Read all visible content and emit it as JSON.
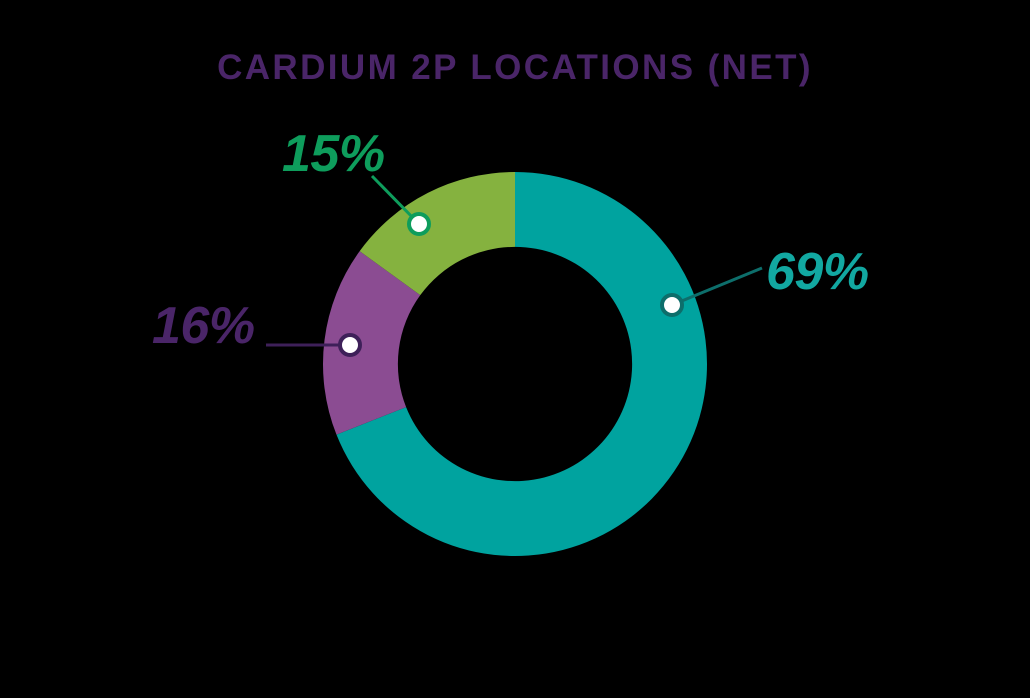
{
  "background_color": "#000000",
  "title": {
    "text": "CARDIUM 2P LOCATIONS (NET)",
    "color": "#4A2568"
  },
  "chart_data": {
    "type": "pie",
    "variant": "donut",
    "title": "CARDIUM 2P LOCATIONS (NET)",
    "xlabel": "",
    "ylabel": "",
    "legend_position": "none",
    "grid": false,
    "value_unit": "percent",
    "total": 100,
    "start_angle_deg": 0,
    "direction": "clockwise",
    "inner_radius_ratio": 0.61,
    "categories": [
      "69%",
      "16%",
      "15%"
    ],
    "values": [
      69,
      16,
      15
    ],
    "colors": [
      "#00A39F",
      "#8B4C92",
      "#85B23F"
    ],
    "slices": [
      {
        "label": "69%",
        "value": 69,
        "color": "#00A39F",
        "label_color": "#12A8A1",
        "marker_ring_color": "#0D6E6B",
        "start_angle_deg": 0,
        "end_angle_deg": 248.4
      },
      {
        "label": "16%",
        "value": 16,
        "color": "#8B4C92",
        "label_color": "#4A2568",
        "marker_ring_color": "#3E2059",
        "start_angle_deg": 248.4,
        "end_angle_deg": 306.0
      },
      {
        "label": "15%",
        "value": 15,
        "color": "#85B23F",
        "label_color": "#0E9D5C",
        "marker_ring_color": "#0E9D5C",
        "start_angle_deg": 306.0,
        "end_angle_deg": 360.0
      }
    ]
  },
  "callouts": [
    {
      "name": "callout-69",
      "text": "69%",
      "color": "#12A8A1"
    },
    {
      "name": "callout-16",
      "text": "16%",
      "color": "#4A2568"
    },
    {
      "name": "callout-15",
      "text": "15%",
      "color": "#0E9D5C"
    }
  ]
}
